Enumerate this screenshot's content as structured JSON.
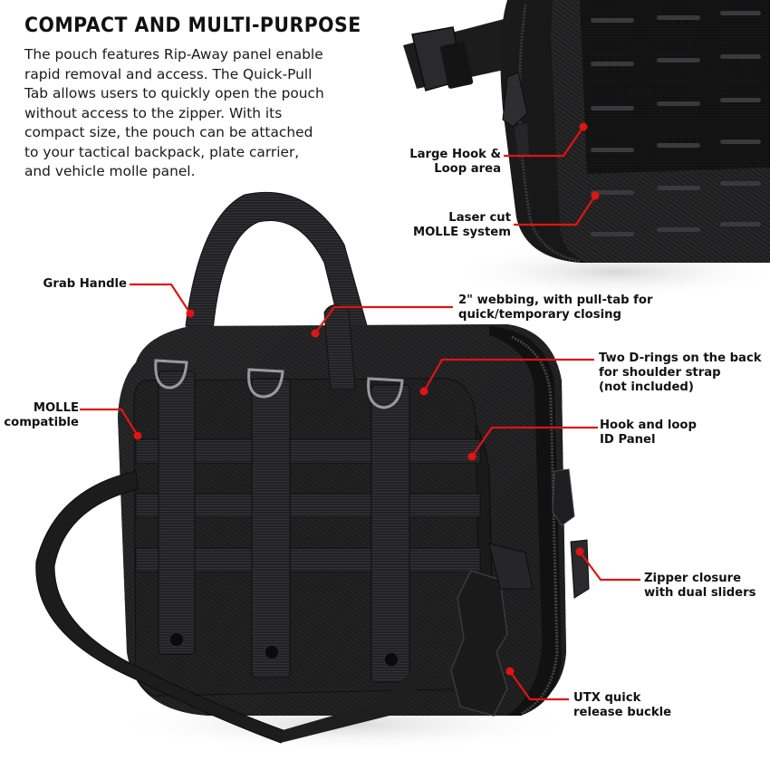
{
  "heading": {
    "title": "COMPACT AND MULTI-PURPOSE",
    "description_lines": [
      "The pouch features Rip-Away panel enable",
      "rapid removal and access. The Quick-Pull",
      "Tab allows users to quickly open the pouch",
      "without access to the zipper. With its",
      "compact size, the pouch can be attached",
      "to your tactical backpack, plate carrier,",
      "and vehicle molle panel."
    ]
  },
  "callouts": {
    "hook_loop_area": {
      "lines": [
        "Large Hook &",
        "Loop area"
      ]
    },
    "laser_cut_molle": {
      "lines": [
        "Laser cut",
        "MOLLE system"
      ]
    },
    "grab_handle": {
      "lines": [
        "Grab Handle"
      ]
    },
    "webbing": {
      "lines": [
        "2\" webbing, with pull-tab for",
        "quick/temporary closing"
      ]
    },
    "d_rings": {
      "lines": [
        "Two D-rings on the back",
        "for shoulder strap",
        "(not included)"
      ]
    },
    "molle_compatible": {
      "lines": [
        "MOLLE",
        "compatible"
      ]
    },
    "id_panel": {
      "lines": [
        "Hook and loop",
        "ID Panel"
      ]
    },
    "zipper": {
      "lines": [
        "Zipper closure",
        "with dual sliders"
      ]
    },
    "utx_buckle": {
      "lines": [
        "UTX quick",
        "release buckle"
      ]
    }
  },
  "colors": {
    "accent_red": "#e01414",
    "product_black": "#1b1b1c",
    "text": "#111111",
    "background": "#ffffff"
  }
}
